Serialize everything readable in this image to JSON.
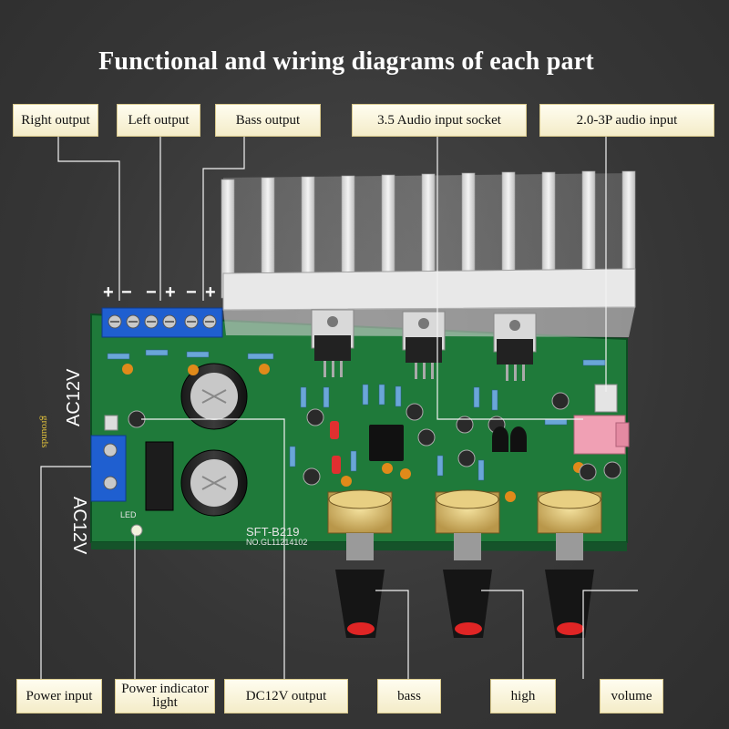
{
  "title": "Functional and wiring diagrams of each part",
  "top_callouts": {
    "right_output": "Right output",
    "left_output": "Left output",
    "bass_output": "Bass output",
    "audio_socket": "3.5 Audio input socket",
    "audio_input_3p": "2.0-3P audio input"
  },
  "bottom_callouts": {
    "power_input": "Power input",
    "power_indicator": "Power indicator light",
    "dc12v_output": "DC12V output",
    "bass": "bass",
    "high": "high",
    "volume": "volume"
  },
  "board_labels": {
    "ac12v_top": "AC12V",
    "ac12v_bottom": "AC12V",
    "grounds": "grounds",
    "board_name": "SFT-B219",
    "board_number": "NO.GL11214102",
    "terminal_polarity": [
      "+",
      "−",
      "−",
      "+",
      "−",
      "+"
    ],
    "led": "LED"
  },
  "colors": {
    "pcb": "#1f7a3a",
    "terminal": "#1f5fd0",
    "heatsink": "#e4e4e4",
    "callout_fill": "#fbf5dc",
    "knob": "#151515",
    "jack": "#f0a0b4"
  }
}
